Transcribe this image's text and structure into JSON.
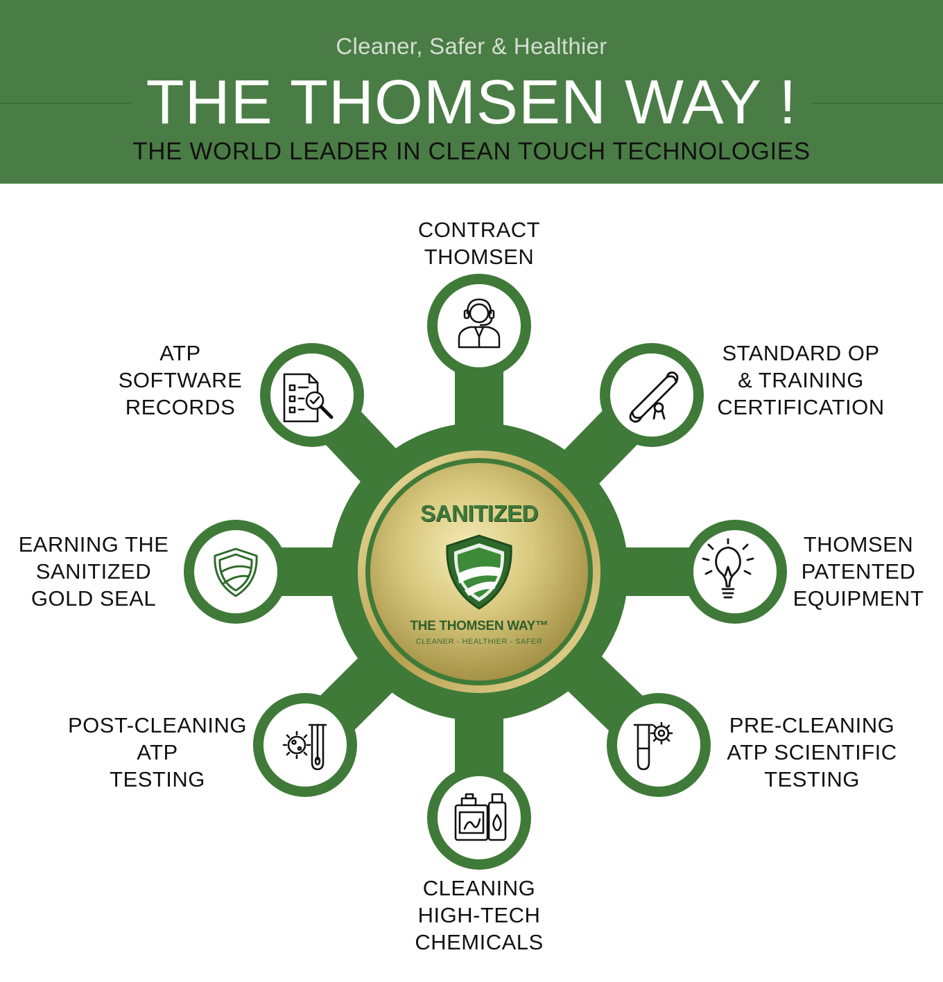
{
  "header": {
    "tagline": "Cleaner, Safer & Healthier",
    "title": "THE THOMSEN WAY !",
    "subtitle": "THE WORLD LEADER IN CLEAN TOUCH TECHNOLOGIES"
  },
  "colors": {
    "brand_green": "#4a7d45",
    "hub_green": "#3f7a38",
    "gold": "#d8c77a"
  },
  "seal": {
    "heading": "SANITIZED",
    "brand": "THE THOMSEN WAY™",
    "motto": "CLEANER - HEALTHIER - SAFER",
    "icon": "shield-icon"
  },
  "nodes": [
    {
      "id": "contract",
      "icon": "headset-agent-icon",
      "lines": [
        "CONTRACT",
        "THOMSEN"
      ]
    },
    {
      "id": "standard-op",
      "icon": "diploma-scroll-icon",
      "lines": [
        "STANDARD OP",
        "& TRAINING",
        "CERTIFICATION"
      ]
    },
    {
      "id": "equipment",
      "icon": "lightbulb-icon",
      "lines": [
        "THOMSEN",
        "PATENTED",
        "EQUIPMENT"
      ]
    },
    {
      "id": "pre-cleaning",
      "icon": "test-tube-gear-icon",
      "lines": [
        "PRE-CLEANING",
        "ATP SCIENTIFIC",
        "TESTING"
      ]
    },
    {
      "id": "chemicals",
      "icon": "chemical-containers-icon",
      "lines": [
        "CLEANING",
        "HIGH-TECH",
        "CHEMICALS"
      ]
    },
    {
      "id": "post-cleaning",
      "icon": "bacteria-swab-icon",
      "lines": [
        "POST-CLEANING",
        "ATP",
        "TESTING"
      ]
    },
    {
      "id": "gold-seal",
      "icon": "shield-icon",
      "lines": [
        "EARNING THE",
        "SANITIZED",
        "GOLD SEAL"
      ]
    },
    {
      "id": "software",
      "icon": "document-search-icon",
      "lines": [
        "ATP",
        "SOFTWARE",
        "RECORDS"
      ]
    }
  ]
}
